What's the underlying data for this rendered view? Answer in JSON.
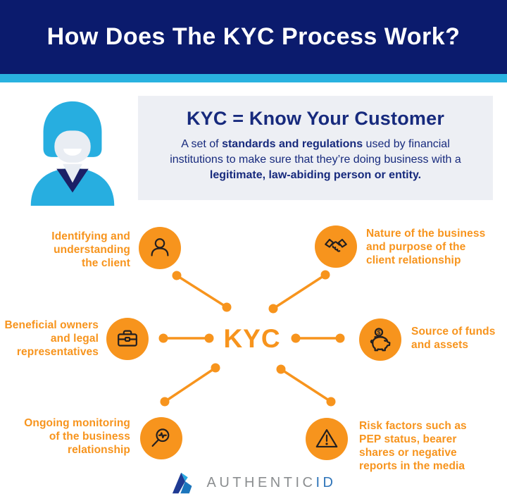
{
  "colors": {
    "banner_navy": "#0b1b6d",
    "accent_cyan": "#29b2e0",
    "accent_orange": "#f7941d",
    "card_background": "#edeff4",
    "definition_text_navy": "#172a7d",
    "icon_stroke_dark": "#231f20",
    "brand_gray": "#8b8e90",
    "brand_blue": "#2e74b9"
  },
  "header": {
    "title": "How Does The KYC Process Work?"
  },
  "intro": {
    "avatar_icon": "woman-avatar-icon",
    "title": "KYC = Know Your Customer",
    "body_prefix": "A set of ",
    "body_bold1": "standards and regulations",
    "body_mid": " used by financial institutions to make sure that they’re doing business with a ",
    "body_bold2": "legitimate, law-abiding person or entity."
  },
  "diagram": {
    "center_label": "KYC",
    "nodes": [
      {
        "id": "identifying-client",
        "icon": "person-icon",
        "lines": [
          "Identifying and",
          "understanding",
          "the client"
        ]
      },
      {
        "id": "nature-of-business",
        "icon": "handshake-icon",
        "lines": [
          "Nature of the business",
          "and  purpose of the",
          "client relationship"
        ]
      },
      {
        "id": "beneficial-owners",
        "icon": "briefcase-icon",
        "lines": [
          "Beneficial owners",
          "and legal",
          "representatives"
        ]
      },
      {
        "id": "source-of-funds",
        "icon": "piggy-bank-icon",
        "lines": [
          "Source of funds",
          "and assets"
        ]
      },
      {
        "id": "ongoing-monitoring",
        "icon": "magnifier-icon",
        "lines": [
          "Ongoing monitoring",
          "of the business",
          "relationship"
        ]
      },
      {
        "id": "risk-factors",
        "icon": "warning-icon",
        "lines": [
          "Risk factors such as",
          "PEP status, bearer",
          "shares or negative",
          "reports in the media"
        ]
      }
    ]
  },
  "footer": {
    "brand_primary": "AUTHENTIC",
    "brand_secondary": "ID"
  }
}
